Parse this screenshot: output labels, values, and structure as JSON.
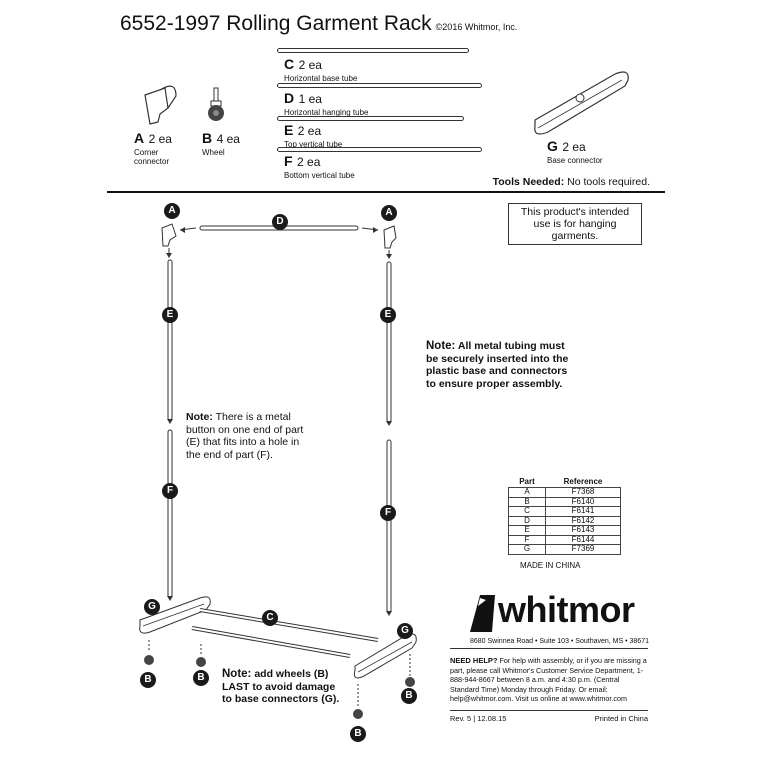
{
  "header": {
    "title": "6552-1997 Rolling Garment Rack",
    "copyright": "©2016 Whitmor, Inc."
  },
  "parts": {
    "A": {
      "letter": "A",
      "qty": "2 ea",
      "desc1": "Corner",
      "desc2": "connector"
    },
    "B": {
      "letter": "B",
      "qty": "4 ea",
      "desc1": "Wheel"
    },
    "C": {
      "letter": "C",
      "qty": "2 ea",
      "desc1": "Horizontal base tube"
    },
    "D": {
      "letter": "D",
      "qty": "1 ea",
      "desc1": "Horizontal hanging tube"
    },
    "E": {
      "letter": "E",
      "qty": "2 ea",
      "desc1": "Top vertical tube"
    },
    "F": {
      "letter": "F",
      "qty": "2 ea",
      "desc1": "Bottom vertical tube"
    },
    "G": {
      "letter": "G",
      "qty": "2 ea",
      "desc1": "Base connector"
    }
  },
  "tools": {
    "label": "Tools Needed:",
    "value": "No tools required."
  },
  "intended_use": "This product's intended use is for hanging garments.",
  "notes": {
    "tubing_label": "Note:",
    "tubing_text": "All metal tubing must be securely inserted into the plastic base and connectors to ensure proper assembly.",
    "button_label": "Note:",
    "button_text": "There is a metal button on one end of part (E) that fits into a hole in the end of part (F).",
    "wheels_label": "Note:",
    "wheels_text": "add wheels (B) LAST to avoid damage to base connectors (G)."
  },
  "reference_table": {
    "headers": [
      "Part",
      "Reference"
    ],
    "rows": [
      [
        "A",
        "F7368"
      ],
      [
        "B",
        "F6140"
      ],
      [
        "C",
        "F6141"
      ],
      [
        "D",
        "F6142"
      ],
      [
        "E",
        "F6143"
      ],
      [
        "F",
        "F6144"
      ],
      [
        "G",
        "F7369"
      ]
    ]
  },
  "made_in": "MADE IN CHINA",
  "brand": {
    "name": "whitmor",
    "address": "8680 Swinnea Road • Suite 103 • Southaven, MS • 38671"
  },
  "help": {
    "label": "NEED HELP?",
    "text": "For help with assembly, or if you are missing a part, please call Whitmor's Customer Service Department, 1-888-944-8667 between 8 a.m. and 4:30 p.m. (Central Standard Time) Monday through Friday. Or email: help@whitmor.com. Visit us online at www.whitmor.com"
  },
  "footer": {
    "rev": "Rev. 5  |  12.08.15",
    "printed": "Printed in China"
  },
  "diagram_labels": {
    "A": "A",
    "B": "B",
    "C": "C",
    "D": "D",
    "E": "E",
    "F": "F",
    "G": "G"
  }
}
